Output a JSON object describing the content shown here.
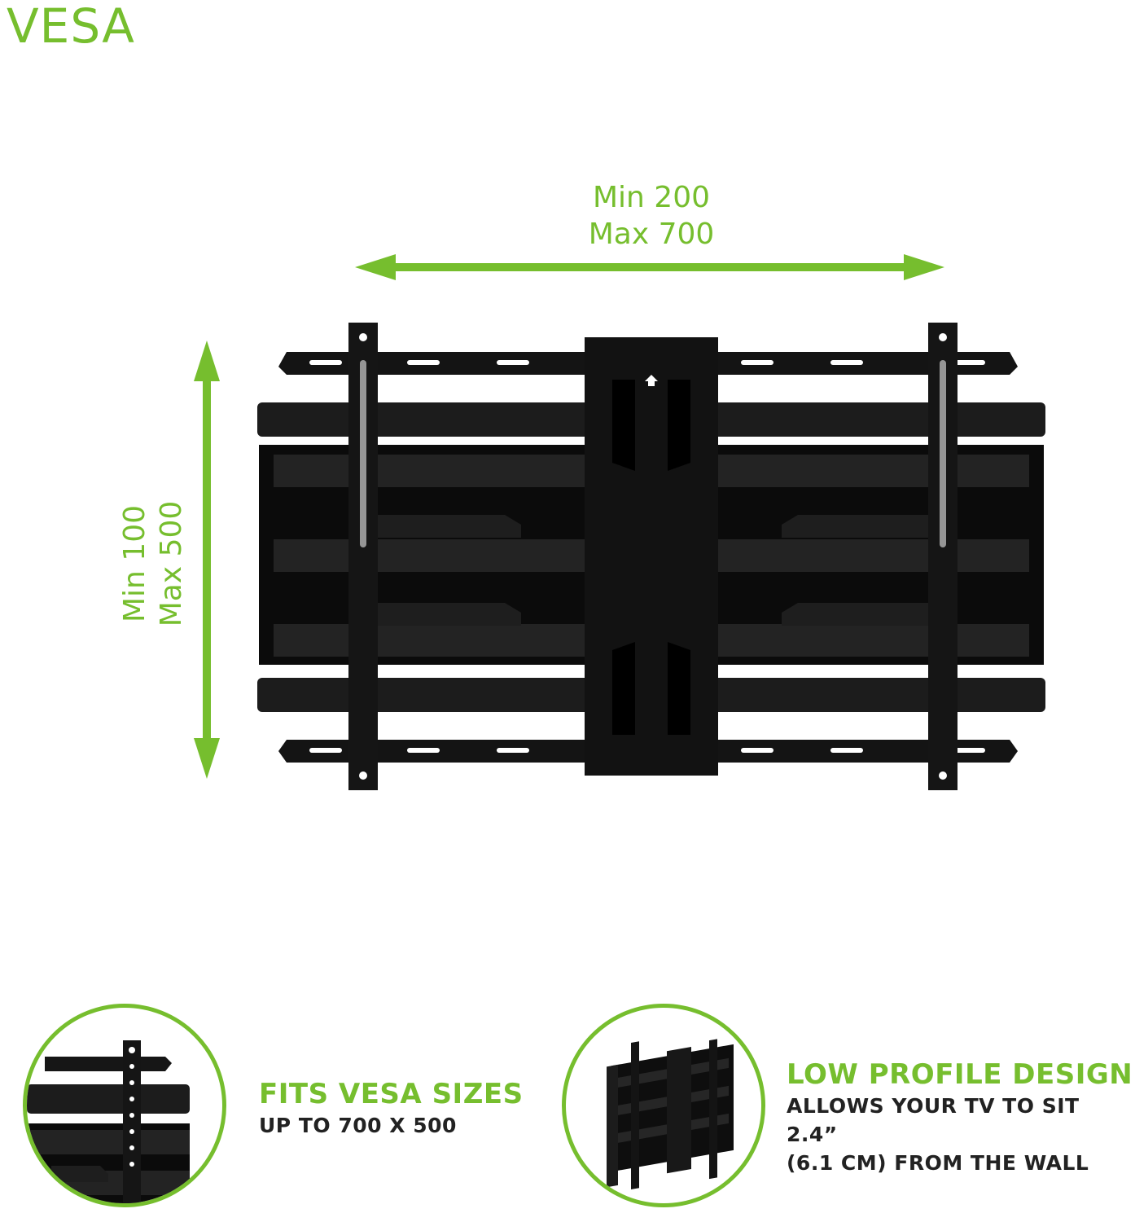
{
  "title": "VESA",
  "width_dimension": {
    "min": "Min 200",
    "max": "Max 700"
  },
  "height_dimension": {
    "min": "Min 100",
    "max": "Max 500"
  },
  "features": [
    {
      "heading": "FITS VESA SIZES",
      "lines": [
        "UP TO 700 X 500"
      ]
    },
    {
      "heading": "LOW PROFILE DESIGN",
      "lines": [
        "ALLOWS YOUR TV TO SIT 2.4”",
        "(6.1 CM) FROM THE WALL"
      ]
    }
  ],
  "colors": {
    "accent": "#76be2e",
    "mount": "#111111",
    "text_dark": "#222222"
  }
}
